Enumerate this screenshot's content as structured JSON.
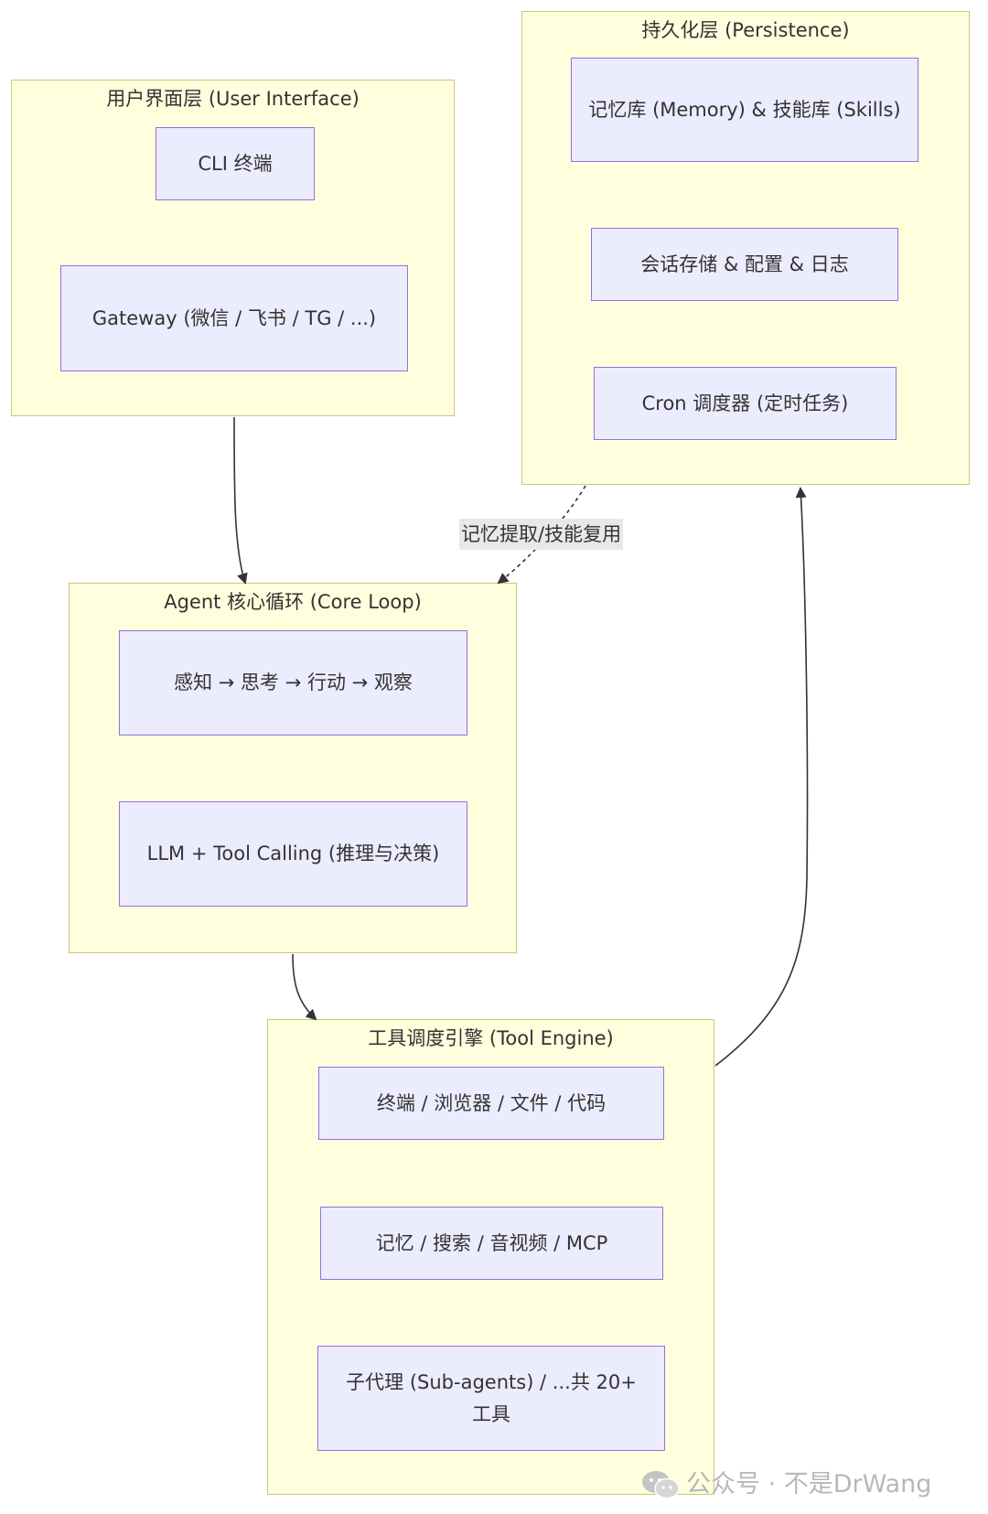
{
  "groups": {
    "ui": {
      "title": "用户界面层 (User Interface)",
      "nodes": [
        "CLI 终端",
        "Gateway (微信 / 飞书 / TG / ...)"
      ]
    },
    "persistence": {
      "title": "持久化层 (Persistence)",
      "nodes": [
        "记忆库 (Memory) & 技能库 (Skills)",
        "会话存储 & 配置 & 日志",
        "Cron 调度器 (定时任务)"
      ]
    },
    "core": {
      "title": "Agent 核心循环 (Core Loop)",
      "nodes": [
        "感知 → 思考 → 行动 → 观察",
        "LLM + Tool Calling (推理与决策)"
      ]
    },
    "tools": {
      "title": "工具调度引擎 (Tool Engine)",
      "nodes": [
        "终端 / 浏览器 / 文件 / 代码",
        "记忆 / 搜索 / 音视频 / MCP",
        "子代理 (Sub-agents) / ...共 20+ 工具"
      ]
    }
  },
  "edges": {
    "memory_label": "记忆提取/技能复用"
  },
  "watermark": {
    "text": "公众号 · 不是DrWang",
    "icon": "wechat-icon"
  },
  "colors": {
    "group_fill": "#ffffde",
    "group_border": "#c8c87a",
    "node_fill": "#ececff",
    "node_border": "#9370db"
  }
}
